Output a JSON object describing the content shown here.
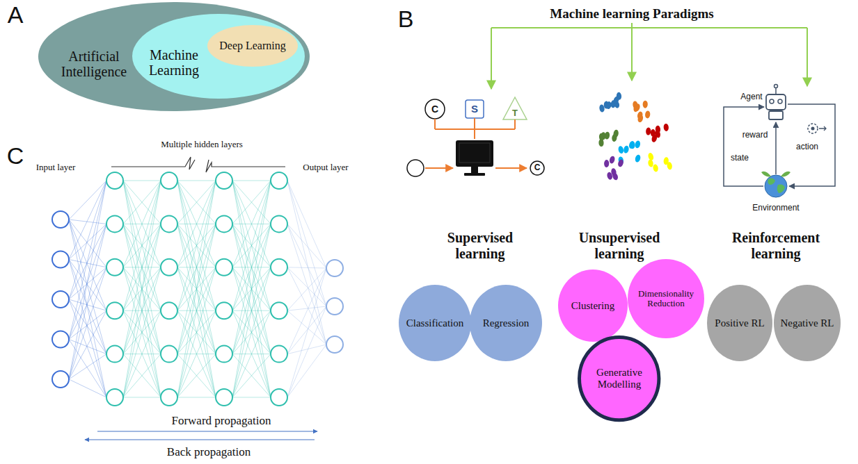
{
  "diagram": {
    "nodes": [
      {
        "text": [
          "Artificial Intelligence"
        ]
      },
      {
        "text": [
          "Machine Learning"
        ],
        "in": 0
      },
      {
        "text": [
          "Deep Learning"
        ],
        "in": 1
      },
      {
        "text": [
          "Classification"
        ]
      },
      {
        "text": [
          "Regression"
        ]
      },
      {
        "text": [
          "Clustering"
        ]
      },
      {
        "text": [
          "Dimensionality Reduction"
        ]
      },
      {
        "text": [
          "Generative Modelling"
        ]
      },
      {
        "text": [
          "Positive RL"
        ]
      },
      {
        "text": [
          "Negative RL"
        ]
      }
    ],
    "labels": [
      "A",
      "B",
      "C",
      "Machine learning Paradigms",
      "C",
      "S",
      "T",
      "C",
      "Agent",
      "reward",
      "state",
      "action",
      "Environment",
      "Supervised learning",
      "Unsupervised learning",
      "Reinforcement learning",
      "Multiple hidden layers",
      "Input layer",
      "Output layer",
      "Forward propagation",
      "Back propagation"
    ]
  }
}
